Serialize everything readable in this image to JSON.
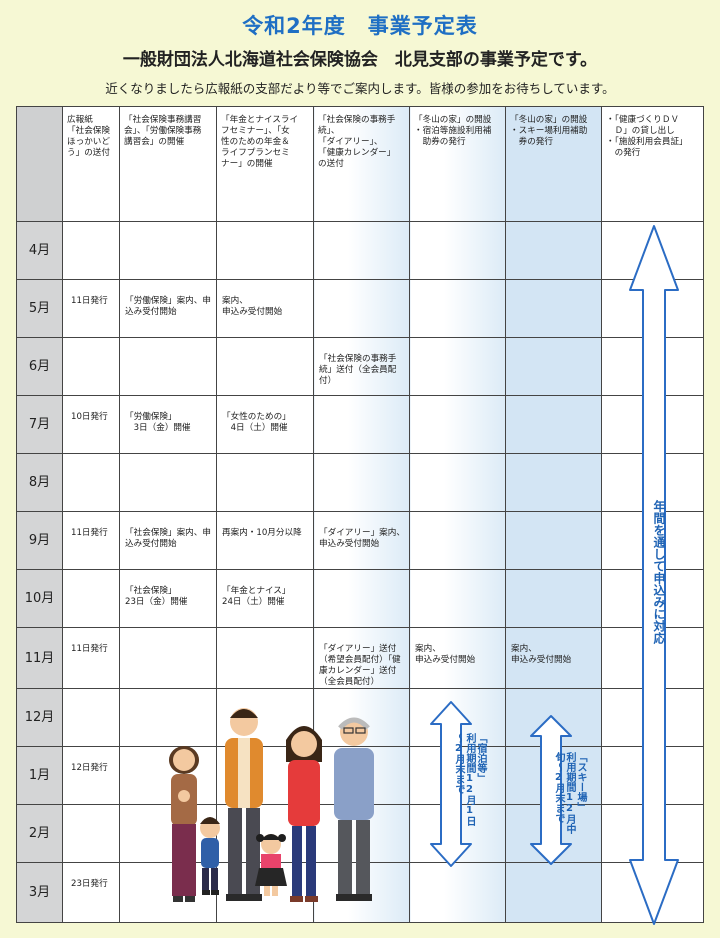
{
  "header": {
    "title": "令和2年度　事業予定表",
    "subtitle": "一般財団法人北海道社会保険協会　北見支部の事業予定です。",
    "notice": "近くなりましたら広報紙の支部だより等でご案内します。皆様の参加をお待ちしています。"
  },
  "columns": [
    "広報紙\n「社会保険\nほっかいど\nう」の送付",
    "「社会保険事務講習\n会」、「労働保険事務\n講習会」の開催",
    "「年金とナイスライ\nフセミナー」、「女\n性のための年金＆\nライフプランセミ\nナー」の開催",
    "「社会保険の事務手\n続」、\n「ダイアリー」、\n「健康カレンダー」\nの送付",
    "「冬山の家」の開設\n・宿泊等施設利用補\n　助券の発行",
    "「冬山の家」の開設\n・スキー場利用補助\n　券の発行",
    "・「健康づくりＤＶ\n　Ｄ」の貸し出し\n・「施設利用会員証」\n　の発行"
  ],
  "months": [
    {
      "label": "4月",
      "cells": [
        "",
        "",
        "",
        "",
        "",
        "",
        ""
      ]
    },
    {
      "label": "5月",
      "cells": [
        "11日発行",
        "「労働保険」案内、申\n込み受付開始",
        "案内、\n申込み受付開始",
        "",
        "",
        "",
        ""
      ]
    },
    {
      "label": "6月",
      "cells": [
        "",
        "",
        "",
        "「社会保険の事務手\n続」送付（全会員配\n付）",
        "",
        "",
        ""
      ]
    },
    {
      "label": "7月",
      "cells": [
        "10日発行",
        "「労働保険」\n　3日（金）開催",
        "「女性のための」\n　4日（土）開催",
        "",
        "",
        "",
        ""
      ]
    },
    {
      "label": "8月",
      "cells": [
        "",
        "",
        "",
        "",
        "",
        "",
        ""
      ]
    },
    {
      "label": "9月",
      "cells": [
        "11日発行",
        "「社会保険」案内、申\n込み受付開始",
        "再案内・10月分以降",
        "「ダイアリー」案内、\n申込み受付開始",
        "",
        "",
        ""
      ]
    },
    {
      "label": "10月",
      "cells": [
        "",
        "「社会保険」\n23日（金）開催",
        "「年金とナイス」\n24日（土）開催",
        "",
        "",
        "",
        ""
      ]
    },
    {
      "label": "11月",
      "cells": [
        "11日発行",
        "",
        "",
        "「ダイアリー」送付\n（希望会員配付）「健\n康カレンダー」送付\n（全会員配付）",
        "案内、\n申込み受付開始",
        "案内、\n申込み受付開始",
        ""
      ]
    },
    {
      "label": "12月",
      "cells": [
        "",
        "",
        "",
        "",
        "",
        "",
        ""
      ]
    },
    {
      "label": "1月",
      "cells": [
        "12日発行",
        "",
        "",
        "",
        "",
        "",
        ""
      ]
    },
    {
      "label": "2月",
      "cells": [
        "",
        "",
        "",
        "",
        "",
        "",
        ""
      ]
    },
    {
      "label": "3月",
      "cells": [
        "23日発行",
        "",
        "",
        "",
        "",
        "",
        ""
      ]
    }
  ],
  "arrows": {
    "lodging": "「宿泊等」\n利用期間12月1日\n〜2月末まで",
    "ski": "「スキー場」\n利用期間12月中\n旬〜2月末まで",
    "yearround": "年間を通して申込みに対応"
  },
  "colors": {
    "accent": "#1f6fc4",
    "arrow": "#2b6cc4",
    "bg": "#f6f8d4",
    "tint": "#d3e5f4"
  }
}
